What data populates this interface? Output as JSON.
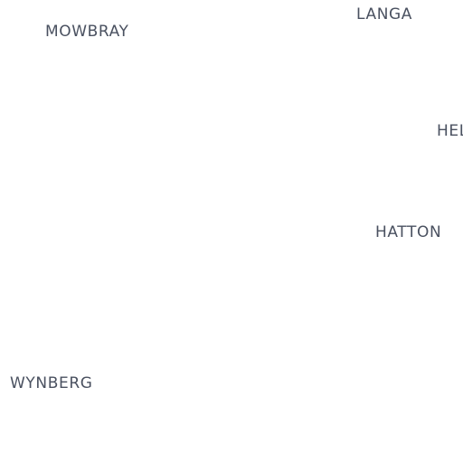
{
  "map": {
    "background_color": "#ffffff",
    "label_color": "#4a5160",
    "places": {
      "mowbray": "MOWBRAY",
      "langa": "LANGA",
      "hel": "HEL",
      "hatton": "HATTON",
      "wynberg": "WYNBERG"
    }
  }
}
